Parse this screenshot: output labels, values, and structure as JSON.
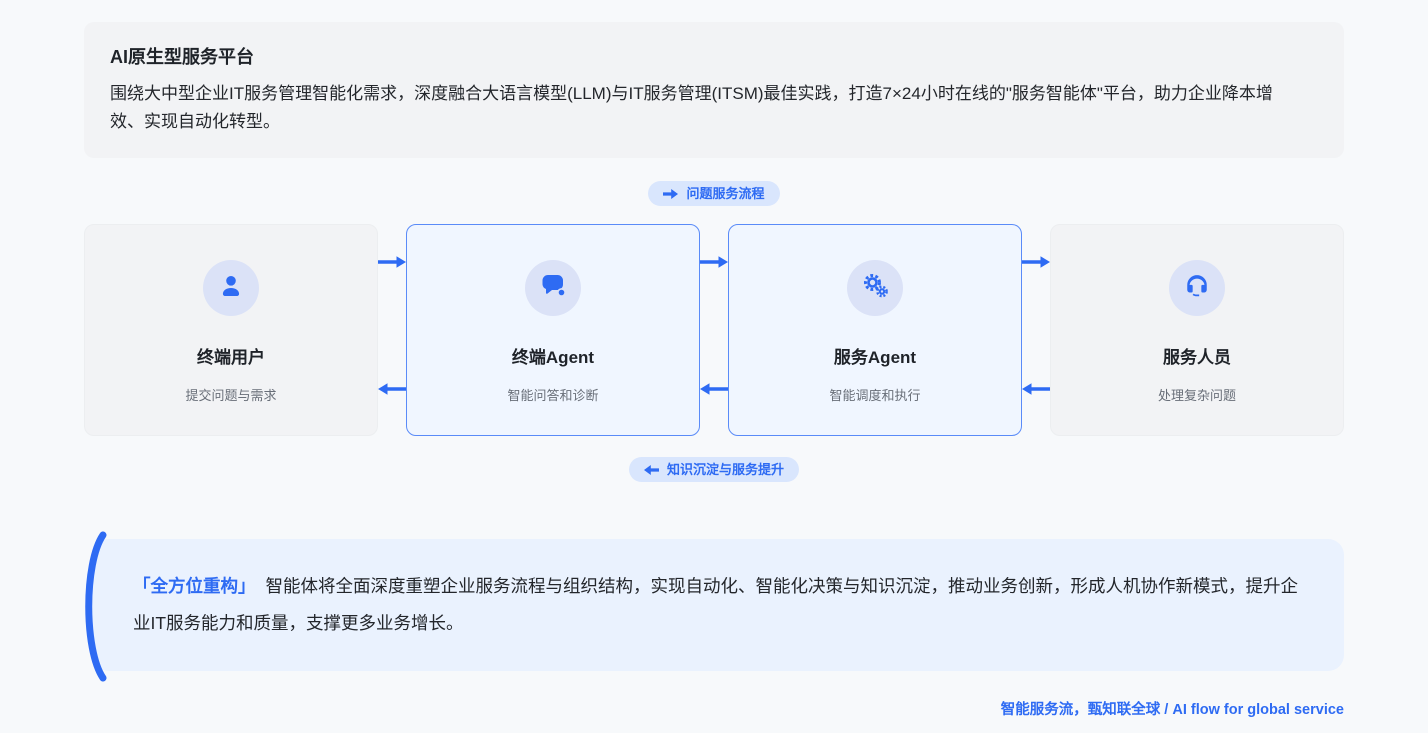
{
  "colors": {
    "accent": "#2e6bf3",
    "badge_bg": "#d9e6fd",
    "card_gray": "#f2f3f5",
    "card_highlight_bg": "#f0f6ff",
    "card_highlight_border": "#5a8bf8",
    "quote_bg": "#eaf2fe"
  },
  "header": {
    "title": "AI原生型服务平台",
    "description": "围绕大中型企业IT服务管理智能化需求，深度融合大语言模型(LLM)与IT服务管理(ITSM)最佳实践，打造7×24小时在线的\"服务智能体\"平台，助力企业降本增效、实现自动化转型。"
  },
  "flow": {
    "top_badge": "问题服务流程",
    "bottom_badge": "知识沉淀与服务提升",
    "nodes": [
      {
        "icon": "user-icon",
        "title": "终端用户",
        "subtitle": "提交问题与需求"
      },
      {
        "icon": "chat-icon",
        "title": "终端Agent",
        "subtitle": "智能问答和诊断"
      },
      {
        "icon": "gears-icon",
        "title": "服务Agent",
        "subtitle": "智能调度和执行"
      },
      {
        "icon": "headset-icon",
        "title": "服务人员",
        "subtitle": "处理复杂问题"
      }
    ]
  },
  "summary": {
    "highlight": "「全方位重构」",
    "text": "智能体将全面深度重塑企业服务流程与组织结构，实现自动化、智能化决策与知识沉淀，推动业务创新，形成人机协作新模式，提升企业IT服务能力和质量，支撑更多业务增长。"
  },
  "footer": {
    "tagline": "智能服务流，甄知联全球 / AI flow for global service"
  }
}
